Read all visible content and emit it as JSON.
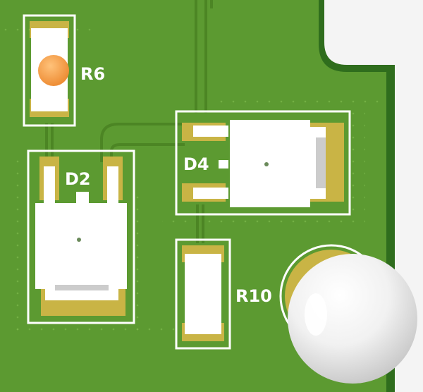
{
  "board": {
    "colors": {
      "solder_mask": "#5c9a31",
      "copper_trace": "#4c8524",
      "board_edge": "#2f6d1d",
      "silkscreen": "#ffffff",
      "pad": "#c9b445",
      "component_body": "#ffffff",
      "led": "#f2a04b",
      "background": "#f4f4f4"
    },
    "components": {
      "r6": {
        "designator": "R6"
      },
      "d2": {
        "designator": "D2"
      },
      "d4": {
        "designator": "D4"
      },
      "r10": {
        "designator": "R10"
      }
    }
  }
}
